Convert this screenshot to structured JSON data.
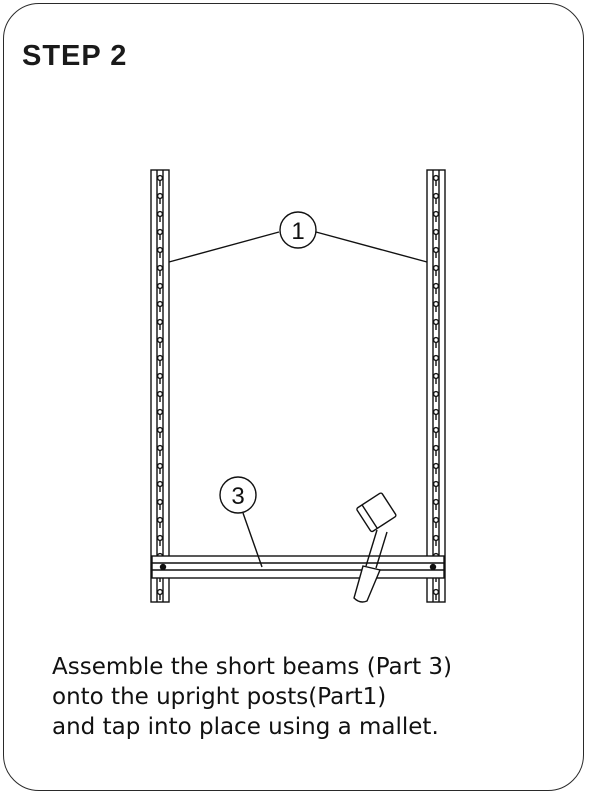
{
  "step": {
    "title": "STEP 2"
  },
  "callouts": {
    "upright": "1",
    "beam": "3"
  },
  "instructions": [
    "Assemble the short beams (Part 3)",
    "onto the upright posts(Part1)",
    "and tap into place using a mallet."
  ]
}
